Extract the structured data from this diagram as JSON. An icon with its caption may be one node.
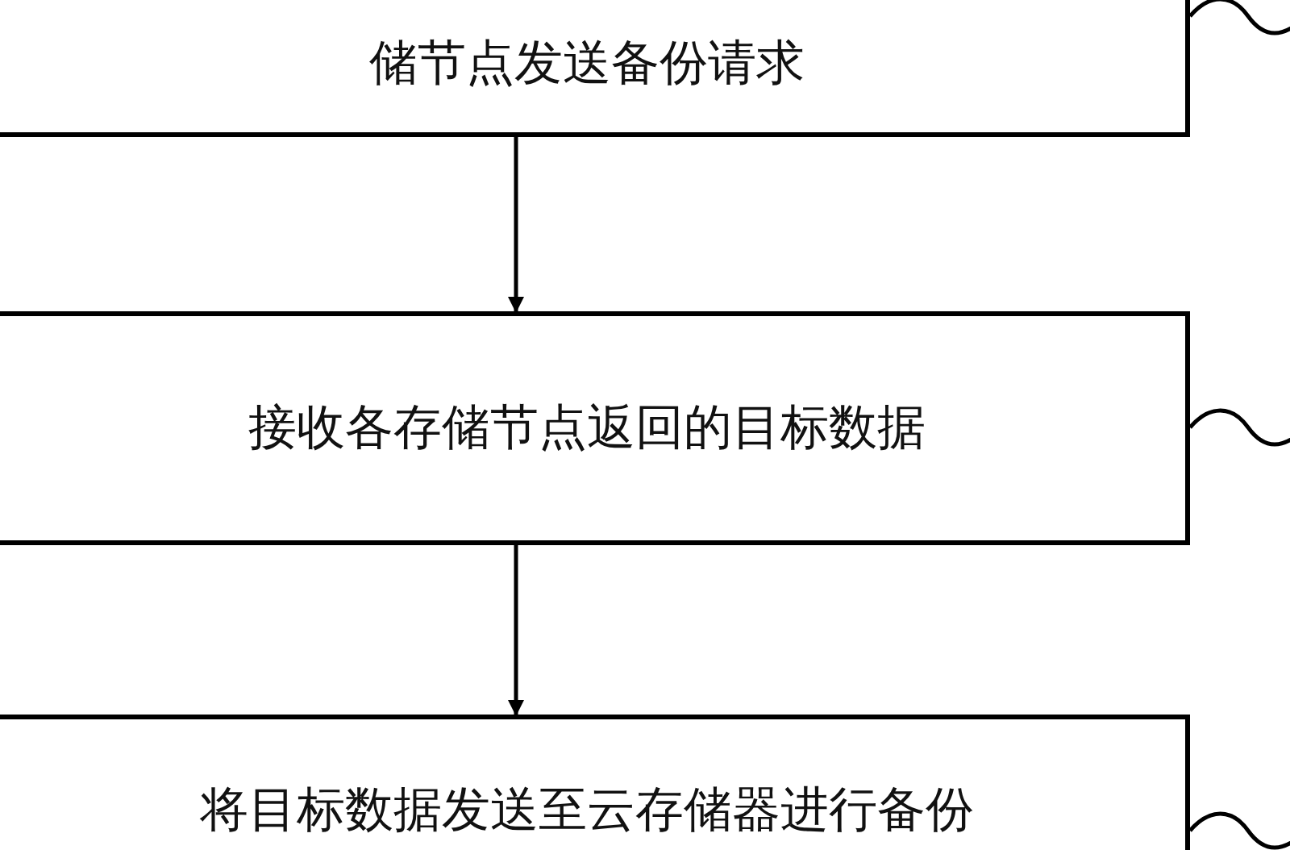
{
  "diagram": {
    "nodes": [
      {
        "text": [
          "储节点发送备份请求"
        ]
      },
      {
        "text": [
          "接收各存储节点返回的目标数据"
        ]
      },
      {
        "text": [
          "将目标数据发送至云存储器进行备份"
        ]
      }
    ],
    "edges": [
      {
        "from": 0,
        "to": 1,
        "arrow": "to"
      },
      {
        "from": 1,
        "to": 2,
        "arrow": "to"
      },
      {
        "from": null,
        "to": 0,
        "arrow": "none"
      },
      {
        "from": null,
        "to": 1,
        "arrow": "none"
      },
      {
        "from": null,
        "to": 2,
        "arrow": "none"
      }
    ]
  }
}
